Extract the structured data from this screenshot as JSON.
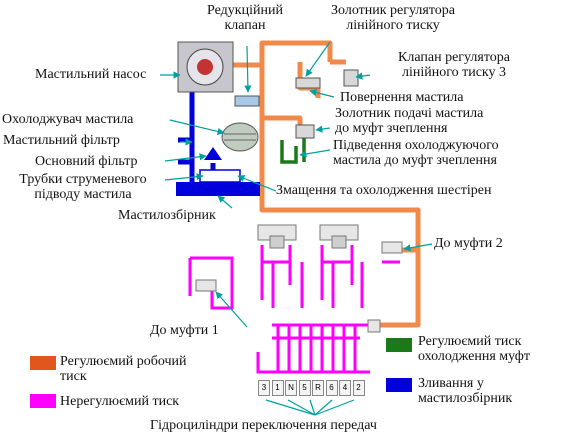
{
  "labels": {
    "reducing_valve": [
      "Редукційний",
      "клапан"
    ],
    "line_pressure_spool": [
      "Золотник регулятора",
      "лінійного тиску"
    ],
    "oil_pump": "Мастильний насос",
    "line_pressure_valve": [
      "Клапан регулятора",
      "лінійного тиску 3"
    ],
    "oil_return": "Повернення мастила",
    "clutch_feed_spool": [
      "Золотник подачі мастила",
      "до муфт зчеплення"
    ],
    "oil_cooler": "Охолоджувач мастила",
    "oil_filter": "Мастильний фільтр",
    "clutch_cooling_supply": [
      "Підведення охолоджуючого",
      "мастила до муфт зчеплення"
    ],
    "main_filter": "Основний фільтр",
    "jet_tubes": [
      "Трубки струменевого",
      "підводу мастила"
    ],
    "gear_lube": "Змащення та охолодження шестірен",
    "oil_sump": "Мастилозбірник",
    "to_clutch_2": "До муфти 2",
    "to_clutch_1": "До муфти 1",
    "shift_cylinders": "Гідроциліндри переключення передач"
  },
  "gear_positions": [
    "3",
    "1",
    "N",
    "5",
    "R",
    "6",
    "4",
    "2"
  ],
  "legend": [
    {
      "color": "#e0561c",
      "lines": [
        "Регулюємий робочий",
        "тиск"
      ]
    },
    {
      "color": "#ff00ff",
      "lines": [
        "Нерегулюємий тиск"
      ]
    },
    {
      "color": "#1a7a1a",
      "lines": [
        "Регулюємий тиск",
        "охолодження муфт"
      ]
    },
    {
      "color": "#0000dd",
      "lines": [
        "Зливання у",
        "мастилозбірник"
      ]
    }
  ],
  "colors": {
    "regulated_working_pressure": "#f0894a",
    "unregulated_pressure": "#ff00ff",
    "clutch_cooling_pressure": "#1a7a1a",
    "drain_to_sump": "#0000dd",
    "label_arrow": "#00a0a0"
  }
}
